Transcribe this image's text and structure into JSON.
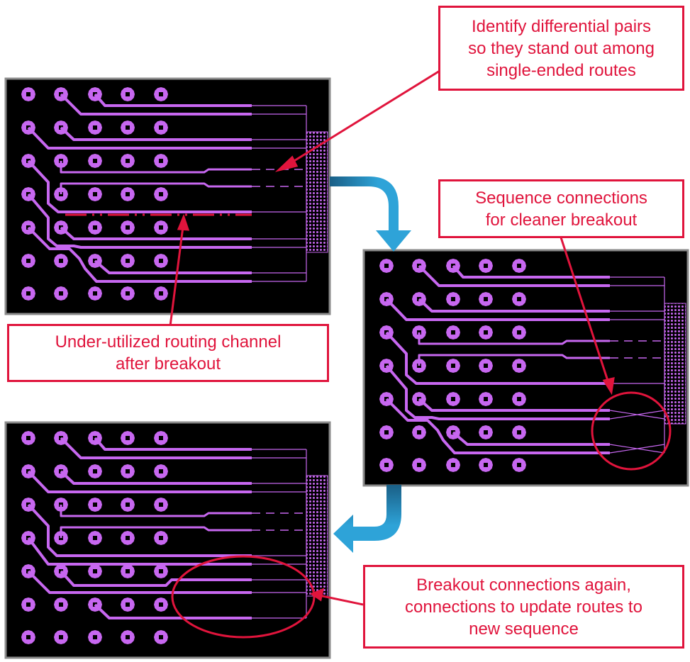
{
  "colors": {
    "board_bg": "#000000",
    "board_border": "#8a8a8a",
    "copper": "#c767f0",
    "annotation": "#e0143c",
    "flow_arrow_dark": "#1a5f86",
    "flow_arrow_light": "#2ea3d8"
  },
  "callouts": {
    "diff_pairs": {
      "lines": [
        "Identify differential pairs",
        "so they stand out among",
        "single-ended routes"
      ]
    },
    "under_utilized": {
      "lines": [
        "Under-utilized routing channel",
        "after breakout"
      ]
    },
    "sequence": {
      "lines": [
        "Sequence connections",
        "for cleaner breakout"
      ]
    },
    "breakout_again": {
      "lines": [
        "Breakout connections again,",
        "connections to update routes to",
        "new sequence"
      ]
    }
  },
  "boards": [
    {
      "id": "initial-breakout",
      "pad_rows": 7,
      "pad_cols": 5,
      "diff_pair_count": 1,
      "single_ended_routes": 8,
      "connections_crossed": false,
      "channel_marker": true
    },
    {
      "id": "sequenced-connections",
      "pad_rows": 7,
      "pad_cols": 5,
      "diff_pair_count": 1,
      "single_ended_routes": 8,
      "connections_crossed": true,
      "channel_marker": false
    },
    {
      "id": "rerouted-breakout",
      "pad_rows": 7,
      "pad_cols": 5,
      "diff_pair_count": 1,
      "single_ended_routes": 8,
      "connections_crossed": false,
      "channel_marker": false
    }
  ],
  "flow": [
    "initial-breakout",
    "sequenced-connections",
    "rerouted-breakout"
  ]
}
